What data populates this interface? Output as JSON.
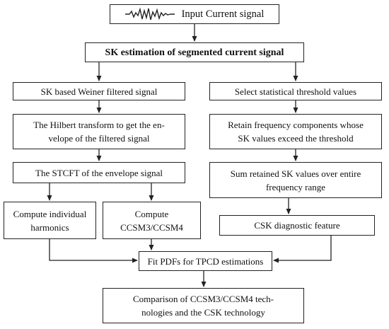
{
  "diagram": {
    "nodes": {
      "input": "Input Current signal",
      "sk_estimation": "SK estimation of segmented current signal",
      "wiener": "SK based Weiner filtered signal",
      "threshold": "Select statistical threshold values",
      "hilbert_l1": "The Hilbert transform to get the en-",
      "hilbert_l2": "velope of the filtered signal",
      "retain_l1": "Retain frequency components whose",
      "retain_l2": "SK values exceed the threshold",
      "stcft": "The STCFT of the envelope signal",
      "sum_l1": "Sum retained SK values over entire",
      "sum_l2": "frequency range",
      "harmonics_l1": "Compute individual",
      "harmonics_l2": "harmonics",
      "ccsm_l1": "Compute",
      "ccsm_l2": "CCSM3/CCSM4",
      "csk_feature": "CSK diagnostic feature",
      "fit_pdfs": "Fit PDFs for TPCD estimations",
      "comparison_l1": "Comparison of CCSM3/CCSM4 tech-",
      "comparison_l2": "nologies and the CSK technology"
    },
    "icons": {
      "input_signal": "waveform-icon"
    },
    "colors": {
      "stroke": "#222222",
      "text": "#111111",
      "background": "#ffffff"
    }
  }
}
